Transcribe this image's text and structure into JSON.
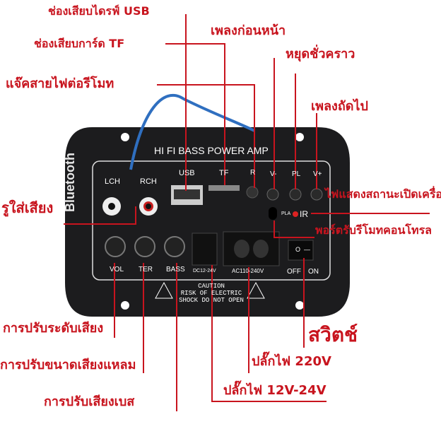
{
  "board": {
    "title": "HI FI BASS POWER AMP",
    "brand": "Bluetooth",
    "ports": {
      "lch": "LCH",
      "rch": "RCH",
      "usb": "USB",
      "tf": "TF",
      "remote": "R",
      "prev": "V-",
      "play": "PL",
      "next": "V+",
      "ir": "IR",
      "play_led": "PLA"
    },
    "knobs": {
      "vol": "VOL",
      "treble": "TER",
      "bass": "BASS"
    },
    "power": {
      "dc": "DC12-24V",
      "ac": "AC110-240V",
      "off": "OFF",
      "on": "ON",
      "off_symbol": "O",
      "on_symbol": "—"
    },
    "caution": [
      "CAUTION",
      "RISK OF ELECTRIC",
      "SHOCK DO NOT OPEN"
    ]
  },
  "labels": {
    "usb": "ช่องเสียบไดรฟ์ USB",
    "tf": "ช่องเสียบการ์ด TF",
    "remote_jack": "แจ๊คสายไฟต่อรีโมท",
    "previous": "เพลงก่อนหน้า",
    "pause": "หยุดชั่วคราว",
    "next": "เพลงถัดไป",
    "power_led": "ไฟแสดงสถานะเปิดเครื่อง",
    "ir_port": "พอร์ตรับรีโมทคอนโทรล",
    "audio_in": "รูใส่เสียง",
    "volume": "การปรับระดับเสียง",
    "treble": "การปรับขนาดเสียงแหลม",
    "bass": "การปรับเสียงเบส",
    "dc_plug": "ปลั๊กไฟ 12V-24V",
    "ac_plug": "ปลั๊กไฟ 220V",
    "switch": "สวิตช์"
  },
  "colors": {
    "annotation": "#c8141e",
    "board": "#1c1c1e",
    "wire": "#2f6fc0"
  }
}
